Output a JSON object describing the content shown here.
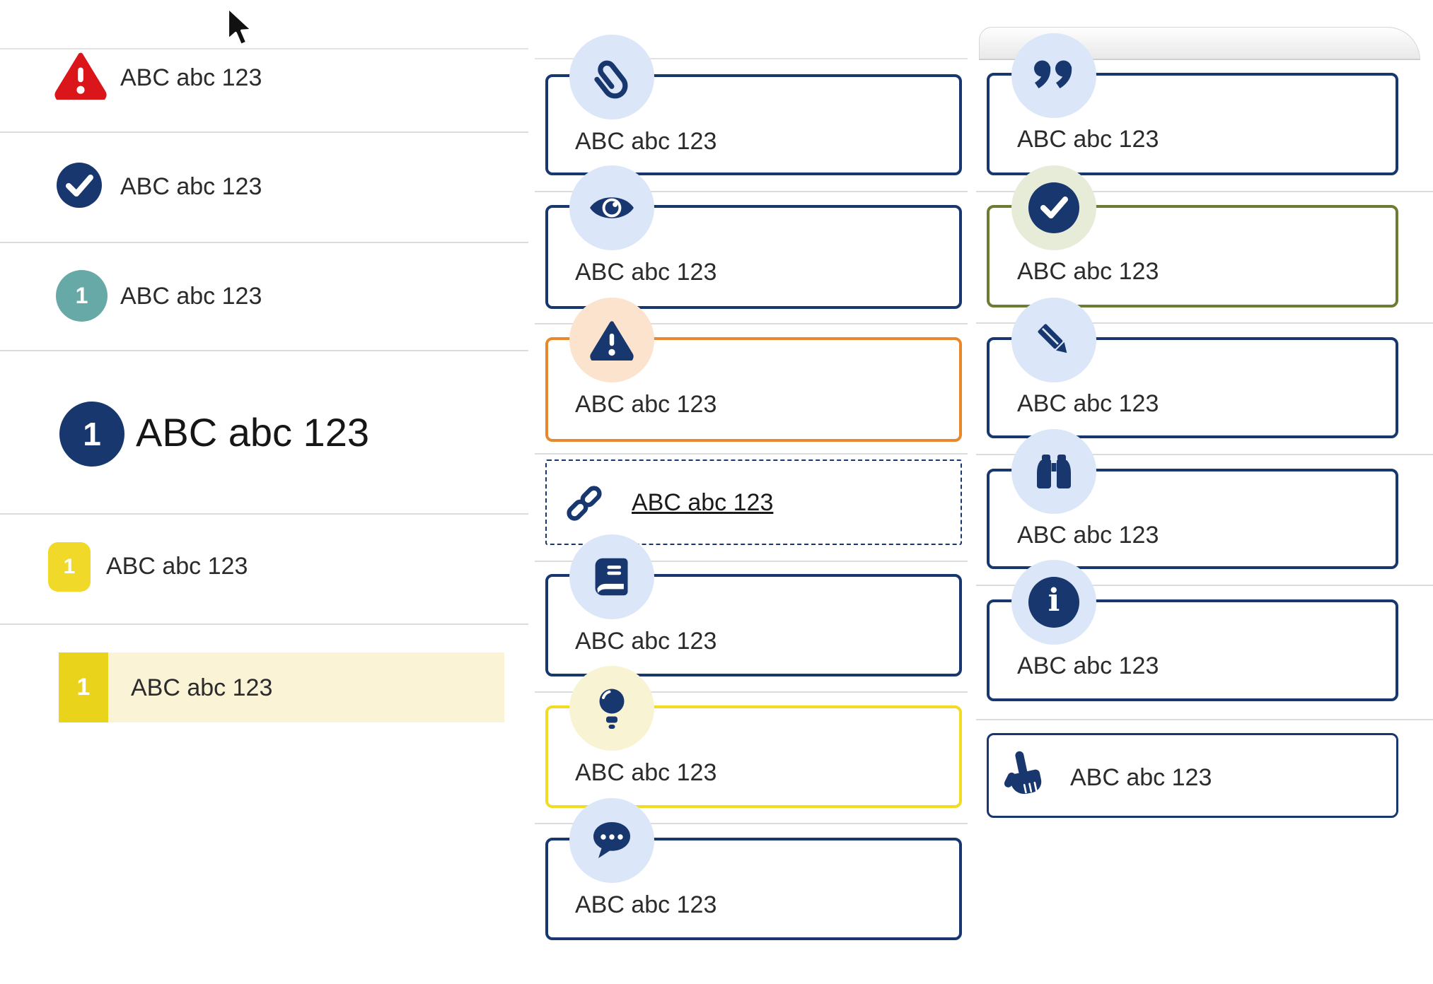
{
  "colors": {
    "navy": "#17376e",
    "red": "#da161b",
    "teal": "#66a9a7",
    "gold": "#f0d929",
    "gold_dark": "#ead31b",
    "highlight_band": "#faf3d6",
    "orange": "#e8872b",
    "olive": "#6d7c33",
    "yellow_border": "#f2dc22",
    "icon_circle_blue": "#dbe7f8",
    "icon_circle_peach": "#fbe3cd",
    "icon_circle_green": "#e7ecd9",
    "icon_circle_yellow": "#f8f3d3"
  },
  "left": {
    "rows": [
      {
        "icon": "warning-triangle-icon",
        "label": "ABC abc 123"
      },
      {
        "icon": "check-circle-icon",
        "label": "ABC abc 123"
      },
      {
        "icon": "number-badge",
        "badge": "1",
        "label": "ABC abc 123"
      },
      {
        "icon": "number-badge-large",
        "badge": "1",
        "label": "ABC abc 123"
      },
      {
        "icon": "number-badge-square",
        "badge": "1",
        "label": "ABC abc 123"
      },
      {
        "icon": "number-badge-square",
        "badge": "1",
        "label": "ABC abc 123",
        "highlighted": true
      }
    ]
  },
  "middle": {
    "cards": [
      {
        "icon": "paperclip-icon",
        "label": "ABC abc 123"
      },
      {
        "icon": "eye-icon",
        "label": "ABC abc 123"
      },
      {
        "icon": "warning-triangle-icon",
        "label": "ABC abc 123"
      },
      {
        "icon": "link-icon",
        "label": "ABC abc 123"
      },
      {
        "icon": "book-icon",
        "label": "ABC abc 123"
      },
      {
        "icon": "lightbulb-icon",
        "label": "ABC abc 123"
      },
      {
        "icon": "chat-bubble-icon",
        "label": "ABC abc 123"
      }
    ]
  },
  "right": {
    "cards": [
      {
        "icon": "quote-icon",
        "label": "ABC abc 123"
      },
      {
        "icon": "check-circle-icon",
        "label": "ABC abc 123"
      },
      {
        "icon": "pencil-icon",
        "label": "ABC abc 123"
      },
      {
        "icon": "binoculars-icon",
        "label": "ABC abc 123"
      },
      {
        "icon": "info-icon",
        "label": "ABC abc 123"
      },
      {
        "icon": "hand-point-up-icon",
        "label": "ABC abc 123"
      }
    ]
  }
}
